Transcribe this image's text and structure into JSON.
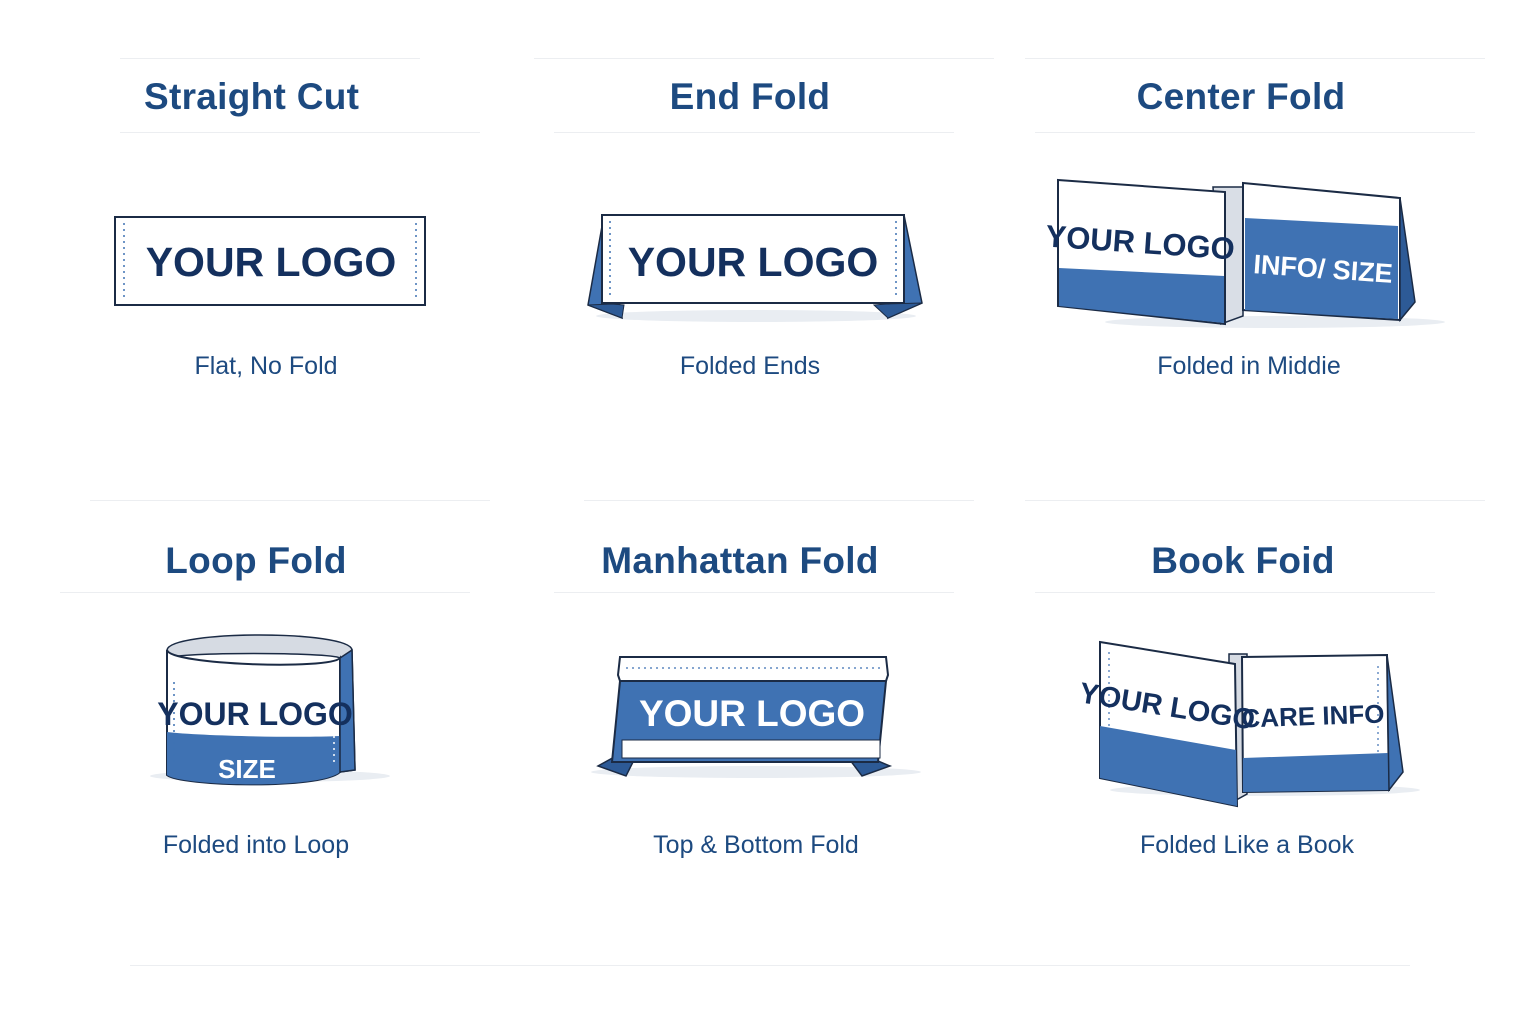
{
  "panels": [
    {
      "title": "Straight Cut",
      "caption": "Flat, No Fold",
      "label_main": "YOUR LOGO"
    },
    {
      "title": "End Fold",
      "caption": "Folded Ends",
      "label_main": "YOUR LOGO"
    },
    {
      "title": "Center Fold",
      "caption": "Folded in Middie",
      "label_main": "YOUR LOGO",
      "label_secondary": "INFO/ SIZE"
    },
    {
      "title": "Loop Fold",
      "caption": "Folded into Loop",
      "label_main": "YOUR LOGO",
      "label_secondary": "SIZE"
    },
    {
      "title": "Manhattan Fold",
      "caption": "Top & Bottom Fold",
      "label_main": "YOUR LOGO"
    },
    {
      "title": "Book Foid",
      "caption": "Folded Like a Book",
      "label_main": "YOUR LOGO",
      "label_secondary": "CARE INFO"
    }
  ],
  "colors": {
    "title_text": "#1d4a80",
    "label_text": "#14305e",
    "fold_blue": "#3f72b3",
    "fold_blue_dark": "#2d5a96",
    "paper": "#ffffff",
    "outline": "#1b2b45"
  }
}
